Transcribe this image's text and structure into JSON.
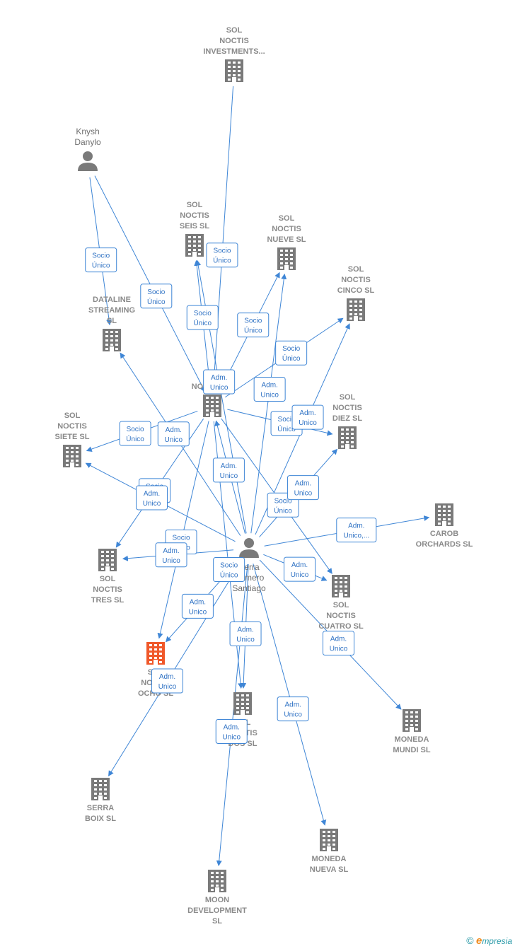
{
  "diagram": {
    "nodes": [
      {
        "id": "investments",
        "kind": "company",
        "label": [
          "SOL",
          "NOCTIS",
          "INVESTMENTS..."
        ]
      },
      {
        "id": "knysh",
        "kind": "person",
        "label": [
          "Knysh",
          "Danylo"
        ]
      },
      {
        "id": "seis",
        "kind": "company",
        "label": [
          "SOL",
          "NOCTIS",
          "SEIS  SL"
        ]
      },
      {
        "id": "nueve",
        "kind": "company",
        "label": [
          "SOL",
          "NOCTIS",
          "NUEVE  SL"
        ]
      },
      {
        "id": "cinco",
        "kind": "company",
        "label": [
          "SOL",
          "NOCTIS",
          "CINCO  SL"
        ]
      },
      {
        "id": "dataline",
        "kind": "company",
        "label": [
          "DATALINE",
          "STREAMING",
          "SL"
        ]
      },
      {
        "id": "solnoctis",
        "kind": "company",
        "label": [
          "SOL",
          "NOCTIS  SL"
        ]
      },
      {
        "id": "siete",
        "kind": "company",
        "label": [
          "SOL",
          "NOCTIS",
          "SIETE  SL"
        ]
      },
      {
        "id": "diez",
        "kind": "company",
        "label": [
          "SOL",
          "NOCTIS",
          "DIEZ  SL"
        ]
      },
      {
        "id": "carob",
        "kind": "company",
        "label": [
          "CAROB",
          "ORCHARDS  SL"
        ]
      },
      {
        "id": "tres",
        "kind": "company",
        "label": [
          "SOL",
          "NOCTIS",
          "TRES  SL"
        ]
      },
      {
        "id": "serra",
        "kind": "person",
        "label": [
          "Serra",
          "Romero",
          "Santiago"
        ]
      },
      {
        "id": "cuatro",
        "kind": "company",
        "label": [
          "SOL",
          "NOCTIS",
          "CUATRO  SL"
        ]
      },
      {
        "id": "ocho",
        "kind": "company",
        "highlight": true,
        "label": [
          "SOL",
          "NOCTIS",
          "OCHO  SL"
        ]
      },
      {
        "id": "dos",
        "kind": "company",
        "label": [
          "SOL",
          "NOCTIS",
          "DOS  SL"
        ]
      },
      {
        "id": "moneda_mundi",
        "kind": "company",
        "label": [
          "MONEDA",
          "MUNDI SL"
        ]
      },
      {
        "id": "serra_boix",
        "kind": "company",
        "label": [
          "SERRA",
          "BOIX  SL"
        ]
      },
      {
        "id": "moneda_nueva",
        "kind": "company",
        "label": [
          "MONEDA",
          "NUEVA SL"
        ]
      },
      {
        "id": "moon",
        "kind": "company",
        "label": [
          "MOON",
          "DEVELOPMENT",
          "SL"
        ]
      }
    ],
    "relations": [
      {
        "from": "investments",
        "to": "solnoctis",
        "label": [
          "Socio",
          "Único"
        ]
      },
      {
        "from": "knysh",
        "to": "dataline",
        "label": [
          "Socio",
          "Único"
        ]
      },
      {
        "from": "knysh",
        "to": "solnoctis",
        "label": [
          "Socio",
          "Único"
        ]
      },
      {
        "from": "solnoctis",
        "to": "seis",
        "label": [
          "Socio",
          "Único"
        ]
      },
      {
        "from": "solnoctis",
        "to": "nueve",
        "label": [
          "Socio",
          "Único"
        ]
      },
      {
        "from": "solnoctis",
        "to": "cinco",
        "label": [
          "Socio",
          "Único"
        ]
      },
      {
        "from": "solnoctis",
        "to": "siete",
        "label": [
          "Socio",
          "Único"
        ]
      },
      {
        "from": "solnoctis",
        "to": "diez",
        "label": [
          "Socio",
          "Único"
        ]
      },
      {
        "from": "solnoctis",
        "to": "tres",
        "label": [
          "Socio",
          "Único"
        ]
      },
      {
        "from": "solnoctis",
        "to": "ocho",
        "label": [
          "Socio",
          "Único"
        ]
      },
      {
        "from": "solnoctis",
        "to": "cuatro",
        "label": [
          "Socio",
          "Único"
        ]
      },
      {
        "from": "solnoctis",
        "to": "dos",
        "label": [
          "Socio",
          "Único"
        ]
      },
      {
        "from": "serra",
        "to": "solnoctis",
        "label": [
          "Adm.",
          "Unico"
        ]
      },
      {
        "from": "serra",
        "to": "seis",
        "label": [
          "Adm.",
          "Unico"
        ]
      },
      {
        "from": "serra",
        "to": "nueve",
        "label": [
          "Adm.",
          "Unico"
        ]
      },
      {
        "from": "serra",
        "to": "cinco",
        "label": [
          "Adm.",
          "Unico"
        ]
      },
      {
        "from": "serra",
        "to": "dataline",
        "label": [
          "Adm.",
          "Unico"
        ]
      },
      {
        "from": "serra",
        "to": "siete",
        "label": [
          "Adm.",
          "Unico"
        ]
      },
      {
        "from": "serra",
        "to": "diez",
        "label": [
          "Adm.",
          "Unico"
        ]
      },
      {
        "from": "serra",
        "to": "carob",
        "label": [
          "Adm.",
          "Unico,..."
        ]
      },
      {
        "from": "serra",
        "to": "tres",
        "label": [
          "Adm.",
          "Unico"
        ]
      },
      {
        "from": "serra",
        "to": "cuatro",
        "label": [
          "Adm.",
          "Unico"
        ]
      },
      {
        "from": "serra",
        "to": "ocho",
        "label": [
          "Adm.",
          "Unico"
        ]
      },
      {
        "from": "serra",
        "to": "dos",
        "label": [
          "Adm.",
          "Unico"
        ]
      },
      {
        "from": "serra",
        "to": "moneda_mundi",
        "label": [
          "Adm.",
          "Unico"
        ]
      },
      {
        "from": "serra",
        "to": "serra_boix",
        "label": [
          "Adm.",
          "Unico"
        ]
      },
      {
        "from": "serra",
        "to": "moneda_nueva",
        "label": [
          "Adm.",
          "Unico"
        ]
      },
      {
        "from": "serra",
        "to": "moon",
        "label": [
          "Adm.",
          "Unico"
        ]
      }
    ]
  },
  "colors": {
    "edge": "#3f86d6",
    "node": "#7a7a7a",
    "highlight": "#f0582a",
    "label_text": "#2f72c4"
  },
  "footer": {
    "copyright": "©",
    "brand_initial": "e",
    "brand_rest": "mpresia"
  }
}
